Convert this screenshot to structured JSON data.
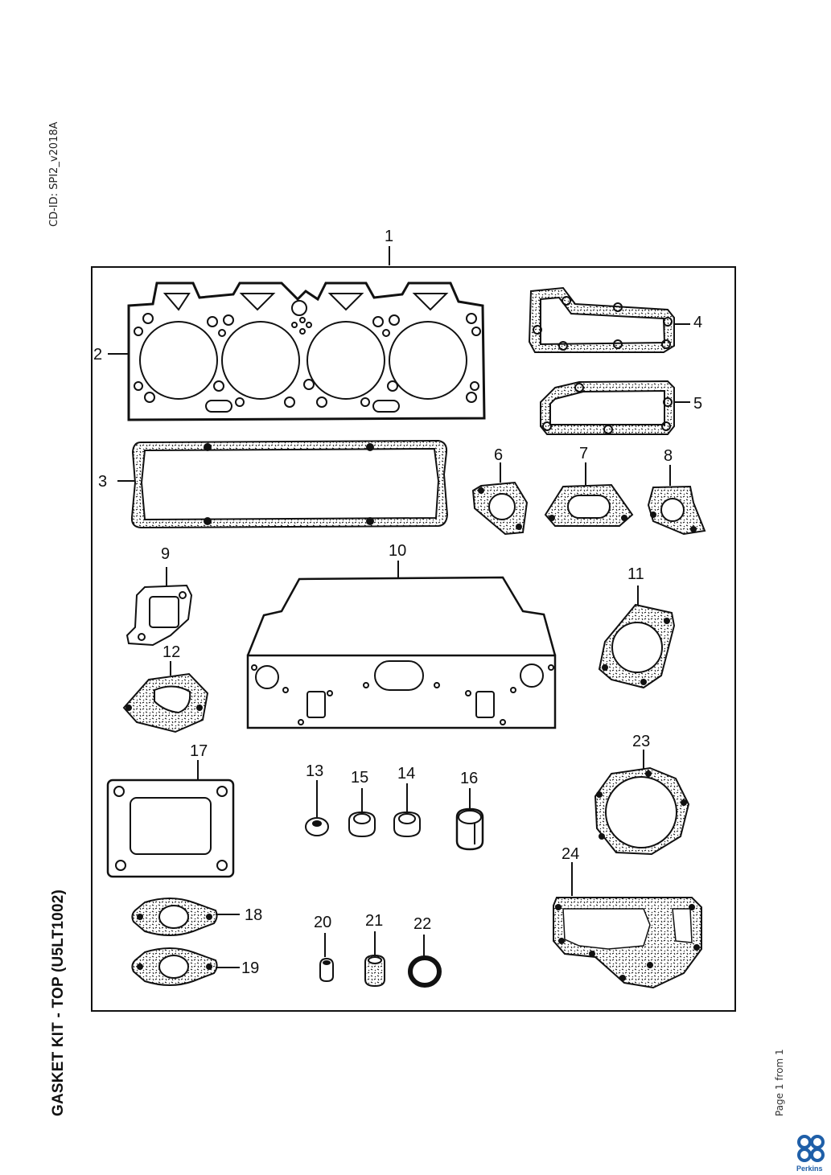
{
  "document": {
    "cd_id": "CD-ID: SPI2_v2018A",
    "title": "GASKET KIT - TOP (U5LT1002)",
    "page_info": "Page 1 from 1",
    "brand": "Perkins",
    "logo_icon": "perkins-logo-icon"
  },
  "diagram": {
    "callouts": [
      "1",
      "2",
      "3",
      "4",
      "5",
      "6",
      "7",
      "8",
      "9",
      "10",
      "11",
      "12",
      "13",
      "14",
      "15",
      "16",
      "17",
      "18",
      "19",
      "20",
      "21",
      "22",
      "23",
      "24"
    ]
  }
}
